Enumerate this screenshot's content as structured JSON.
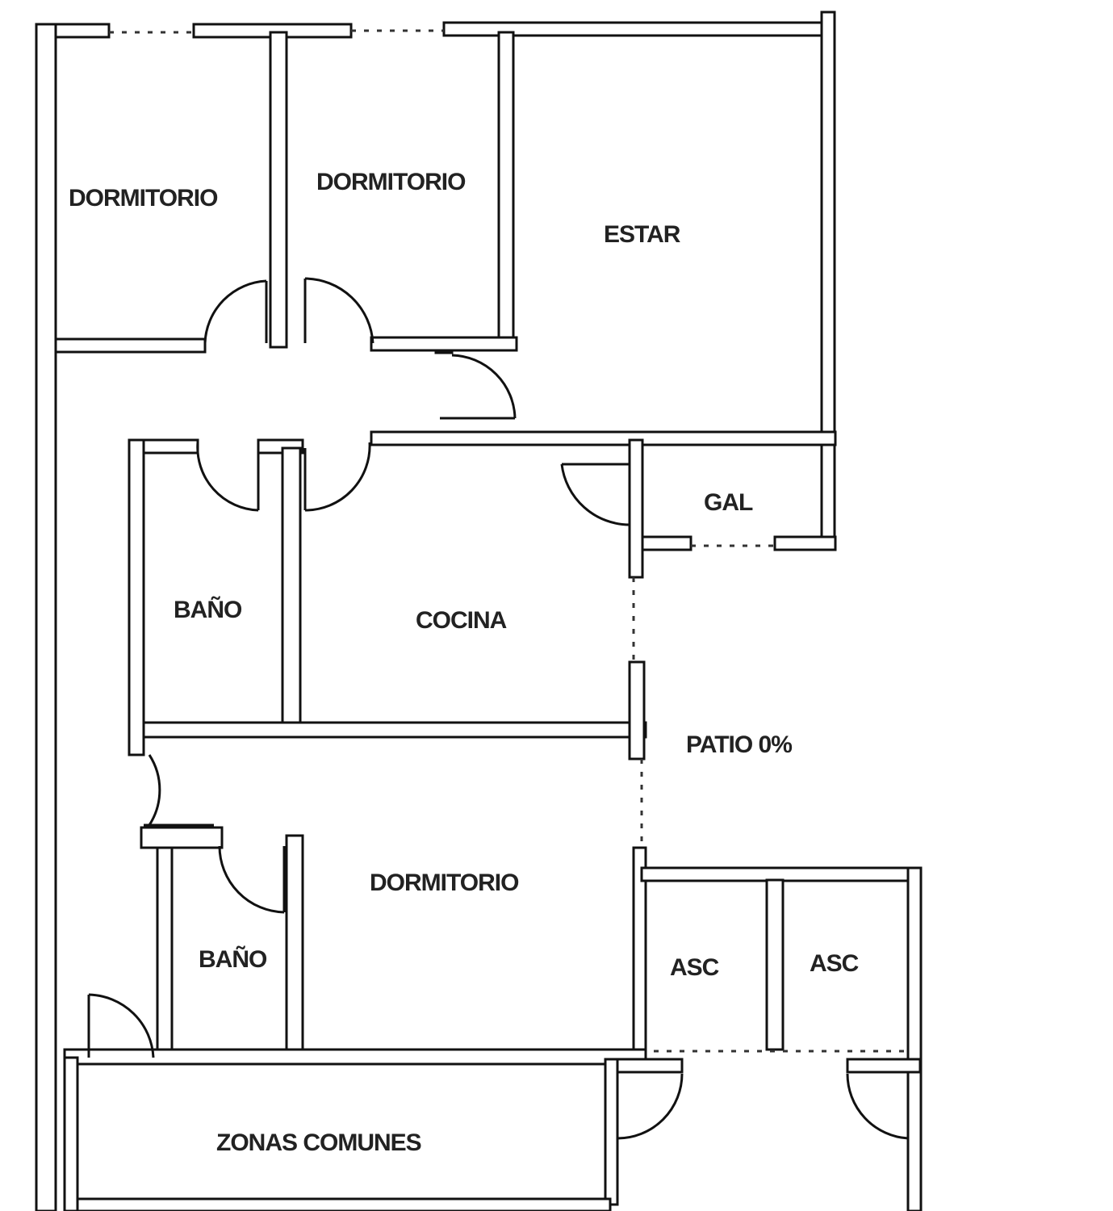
{
  "rooms": {
    "dormitorio_1": "DORMITORIO",
    "dormitorio_2": "DORMITORIO",
    "estar": "ESTAR",
    "gal": "GAL",
    "bano_1": "BAÑO",
    "cocina": "COCINA",
    "patio": "PATIO 0%",
    "dormitorio_3": "DORMITORIO",
    "bano_2": "BAÑO",
    "asc_1": "ASC",
    "asc_2": "ASC",
    "zonas_comunes": "ZONAS COMUNES"
  }
}
